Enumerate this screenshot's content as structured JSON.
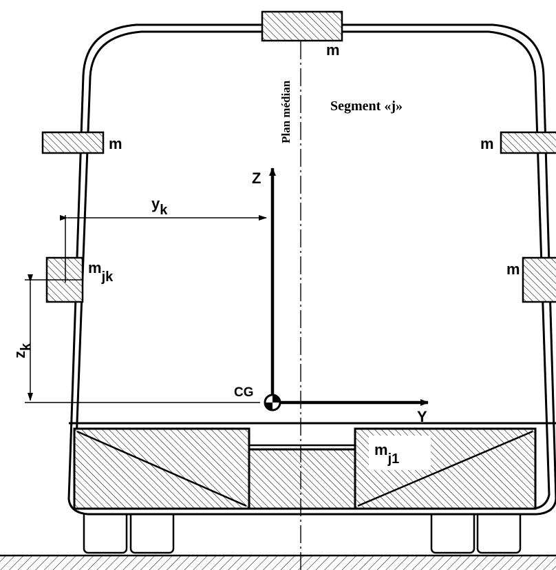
{
  "diagram": {
    "labels": {
      "mass_top": "m",
      "mass_left_upper": "m",
      "mass_right_upper": "m",
      "mass_right_mid": "m",
      "mass_jk_base": "m",
      "mass_jk_sub": "jk",
      "mass_j1_base": "m",
      "mass_j1_sub": "j1",
      "segment": "Segment «j»",
      "median_plane": "Plan médian",
      "axis_z": "Z",
      "axis_y": "Y",
      "center_gravity": "CG",
      "dim_y_base": "y",
      "dim_y_sub": "k",
      "dim_z_base": "z",
      "dim_z_sub": "k"
    },
    "colors": {
      "line": "#000000",
      "background": "#ffffff"
    }
  }
}
